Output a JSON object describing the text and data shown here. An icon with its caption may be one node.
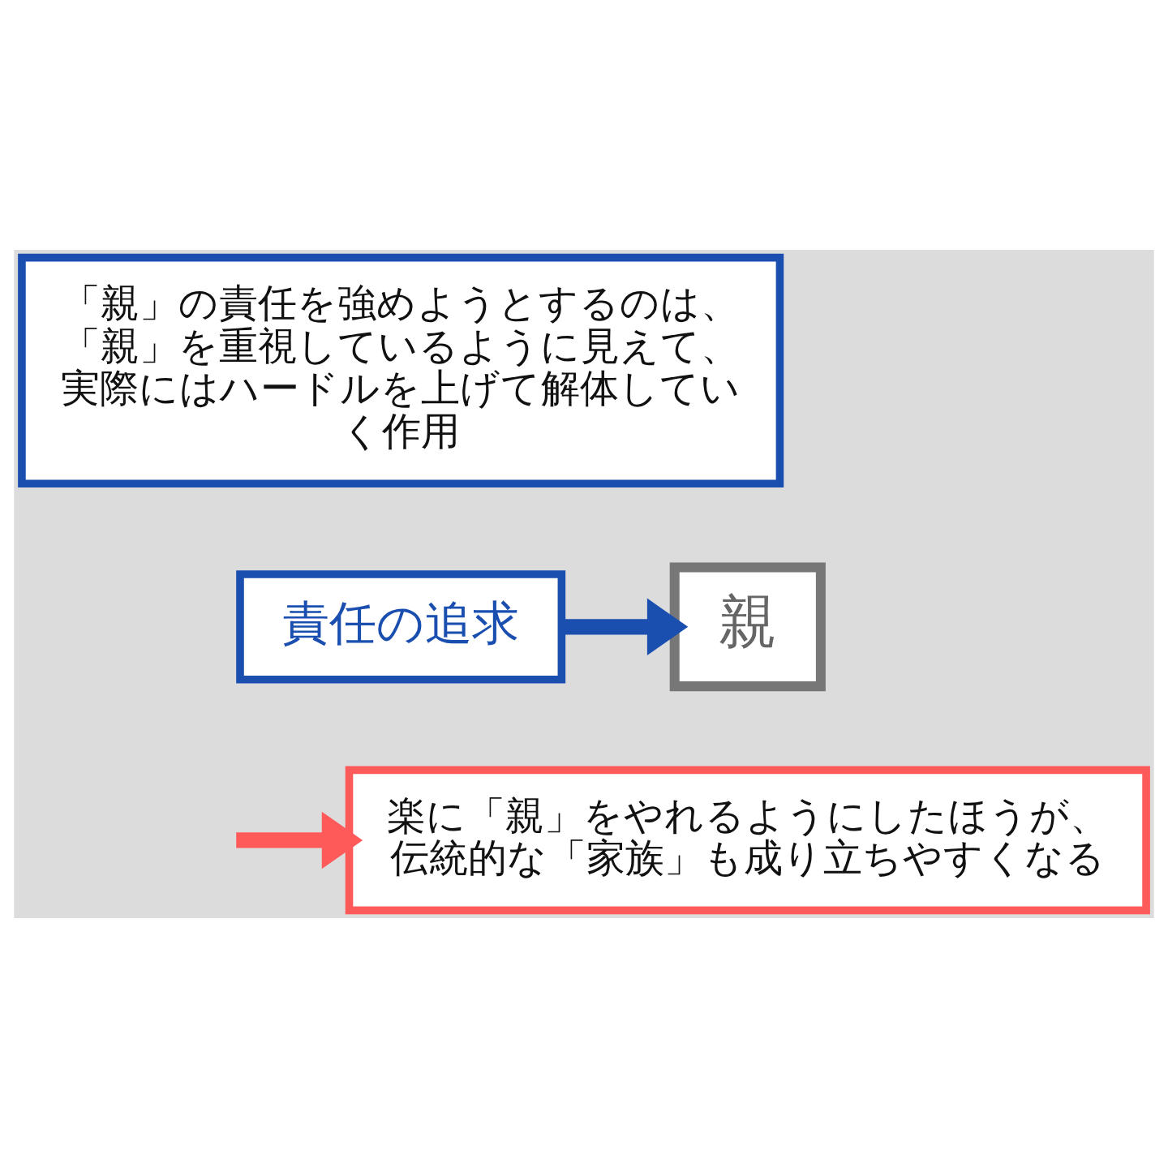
{
  "diagram": {
    "nodes": [
      {
        "text": [
          "「親」の責任を強めようとするのは、「親」を重視しているように見えて、実際にはハードルを上げて解体していく作用"
        ]
      },
      {
        "text": [
          "親"
        ]
      },
      {
        "text": [
          "責任の追求"
        ]
      },
      {
        "text": [
          "楽に「親」をやれるようにしたほうが、伝統的な「家族」も成り立ちやすくなる"
        ]
      }
    ],
    "edges": [
      {
        "from": 2,
        "to": 1,
        "arrow": "to",
        "color": "#1a4fb0"
      },
      {
        "from": null,
        "to": 3,
        "arrow": "to",
        "color": "#ff5a5a"
      }
    ]
  }
}
